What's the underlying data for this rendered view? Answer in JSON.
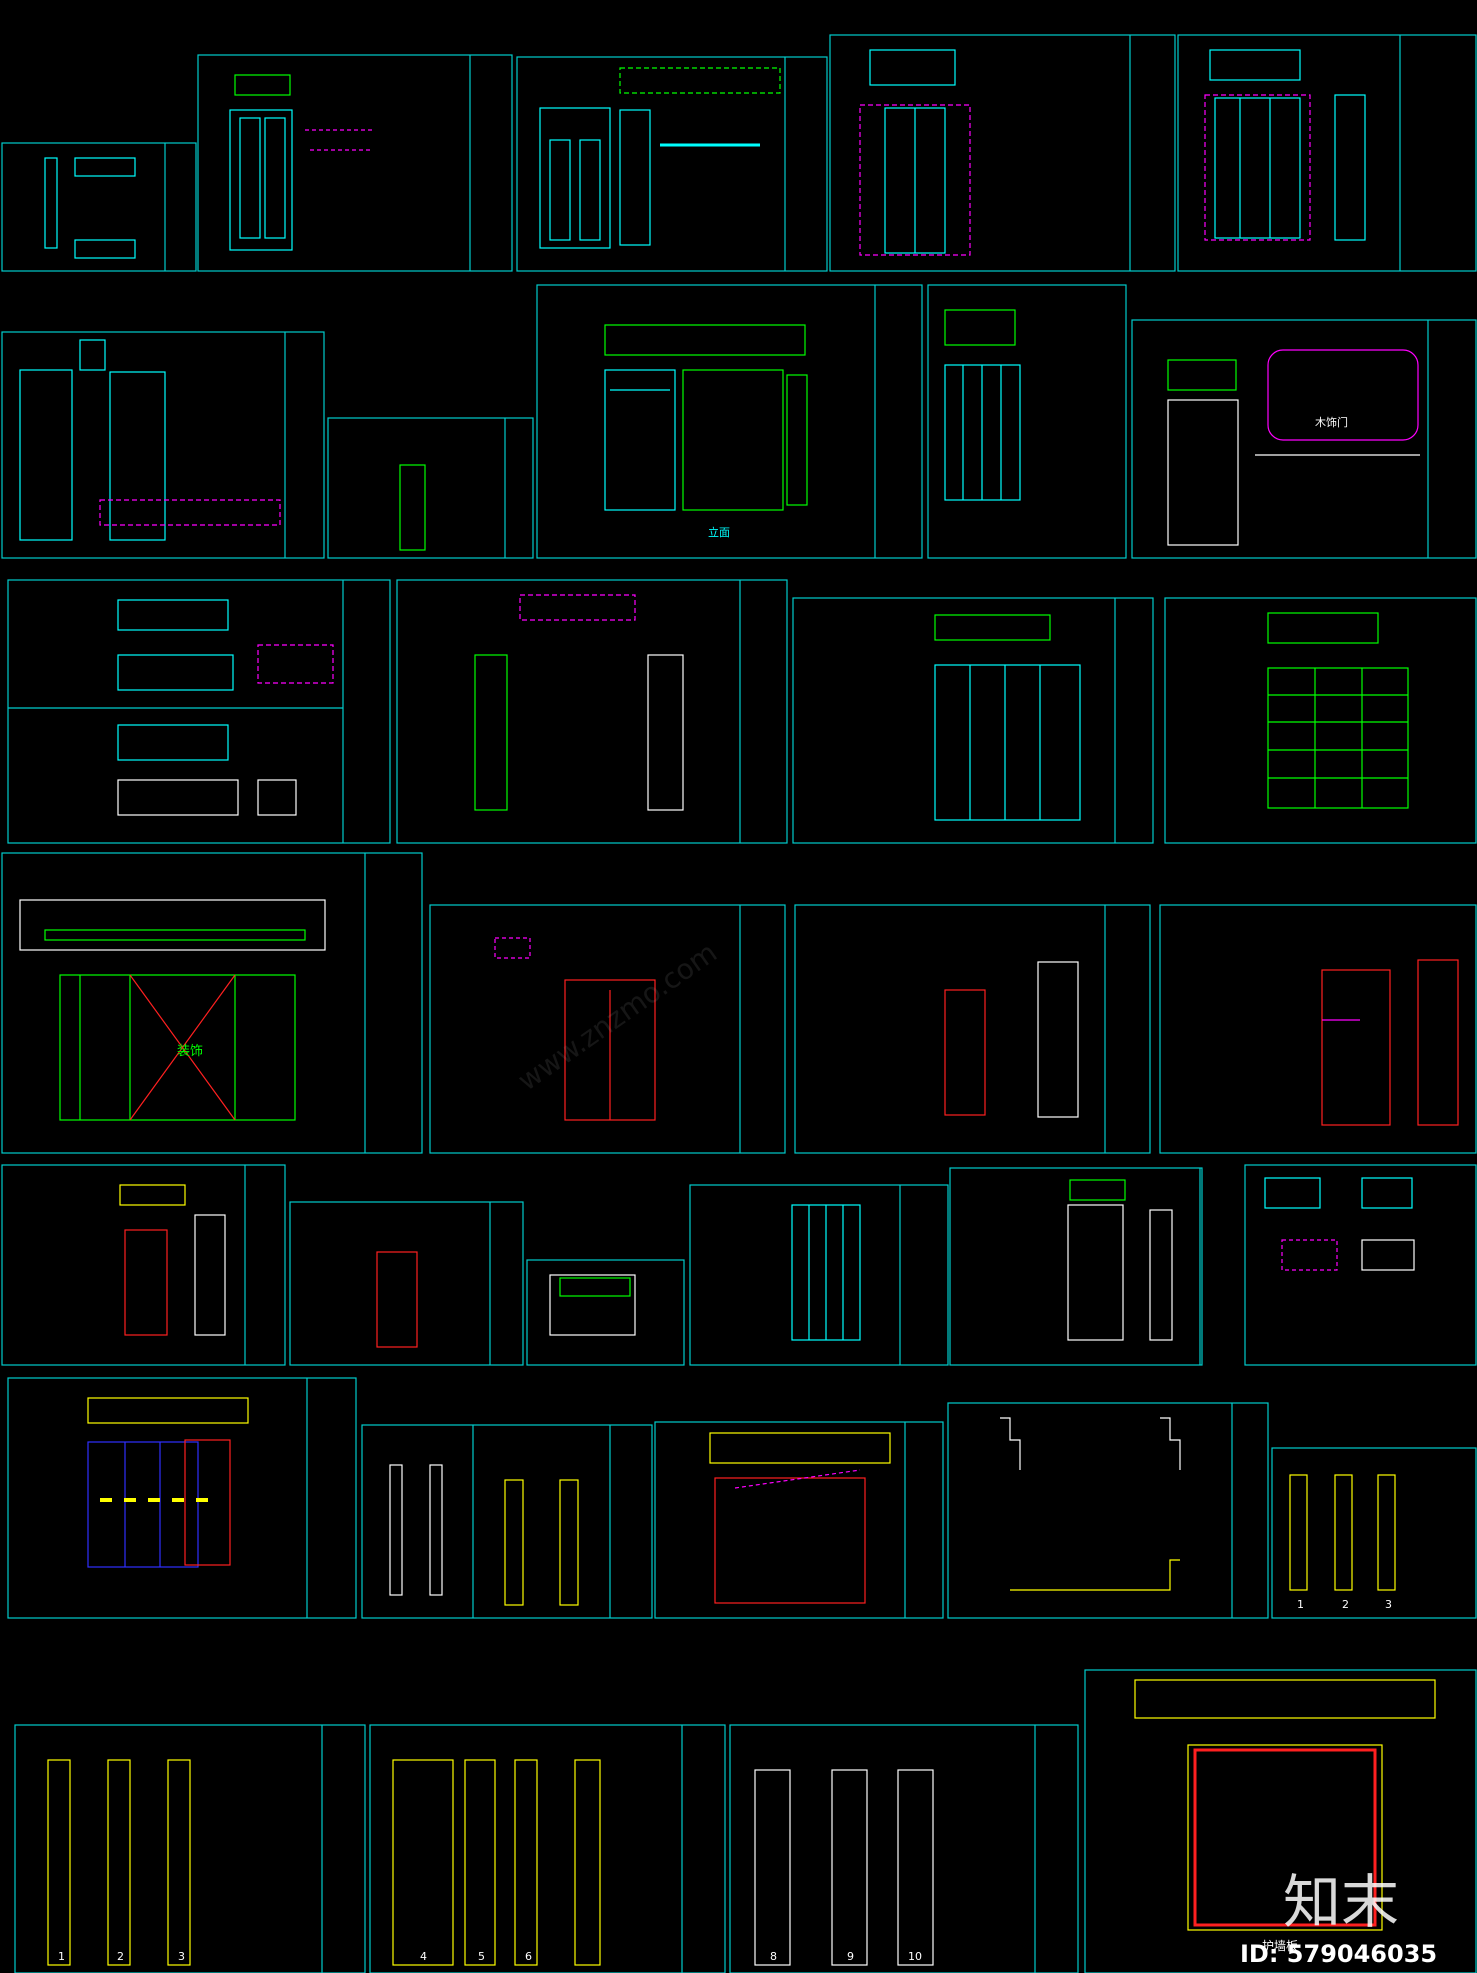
{
  "drawing_labels": {
    "elevation": "立面",
    "wood_door": "木饰门",
    "decor": "装饰",
    "wall_face": "护墙板"
  },
  "row_numbers": {
    "left": [
      "1",
      "2",
      "3"
    ],
    "middle": [
      "4",
      "5",
      "6"
    ],
    "right": [
      "8",
      "9",
      "10"
    ],
    "small_panel": [
      "1",
      "2",
      "3"
    ]
  },
  "watermark": {
    "logo_text": "知末",
    "site": "www.znzmo.com",
    "id_label": "ID: 579046035"
  },
  "colors": {
    "background": "#000000",
    "frame": "#00cccc",
    "cyan": "#00ffff",
    "green": "#00ff00",
    "red": "#ff2020",
    "yellow": "#ffff00",
    "magenta": "#ff00ff",
    "blue": "#3030ff",
    "white": "#ffffff"
  }
}
